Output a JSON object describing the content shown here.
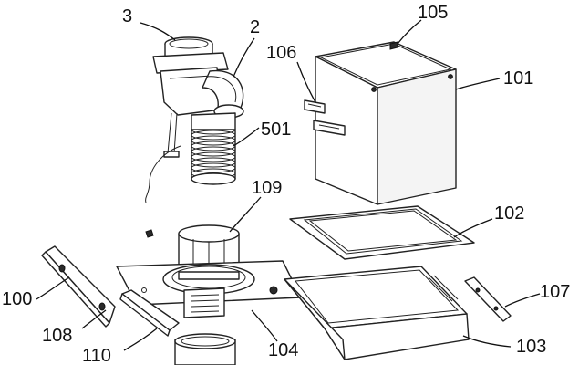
{
  "callouts": {
    "c3": "3",
    "c2": "2",
    "c105": "105",
    "c106": "106",
    "c101": "101",
    "c501": "501",
    "c109": "109",
    "c102": "102",
    "c100": "100",
    "c107": "107",
    "c108": "108",
    "c110": "110",
    "c104": "104",
    "c103": "103"
  }
}
